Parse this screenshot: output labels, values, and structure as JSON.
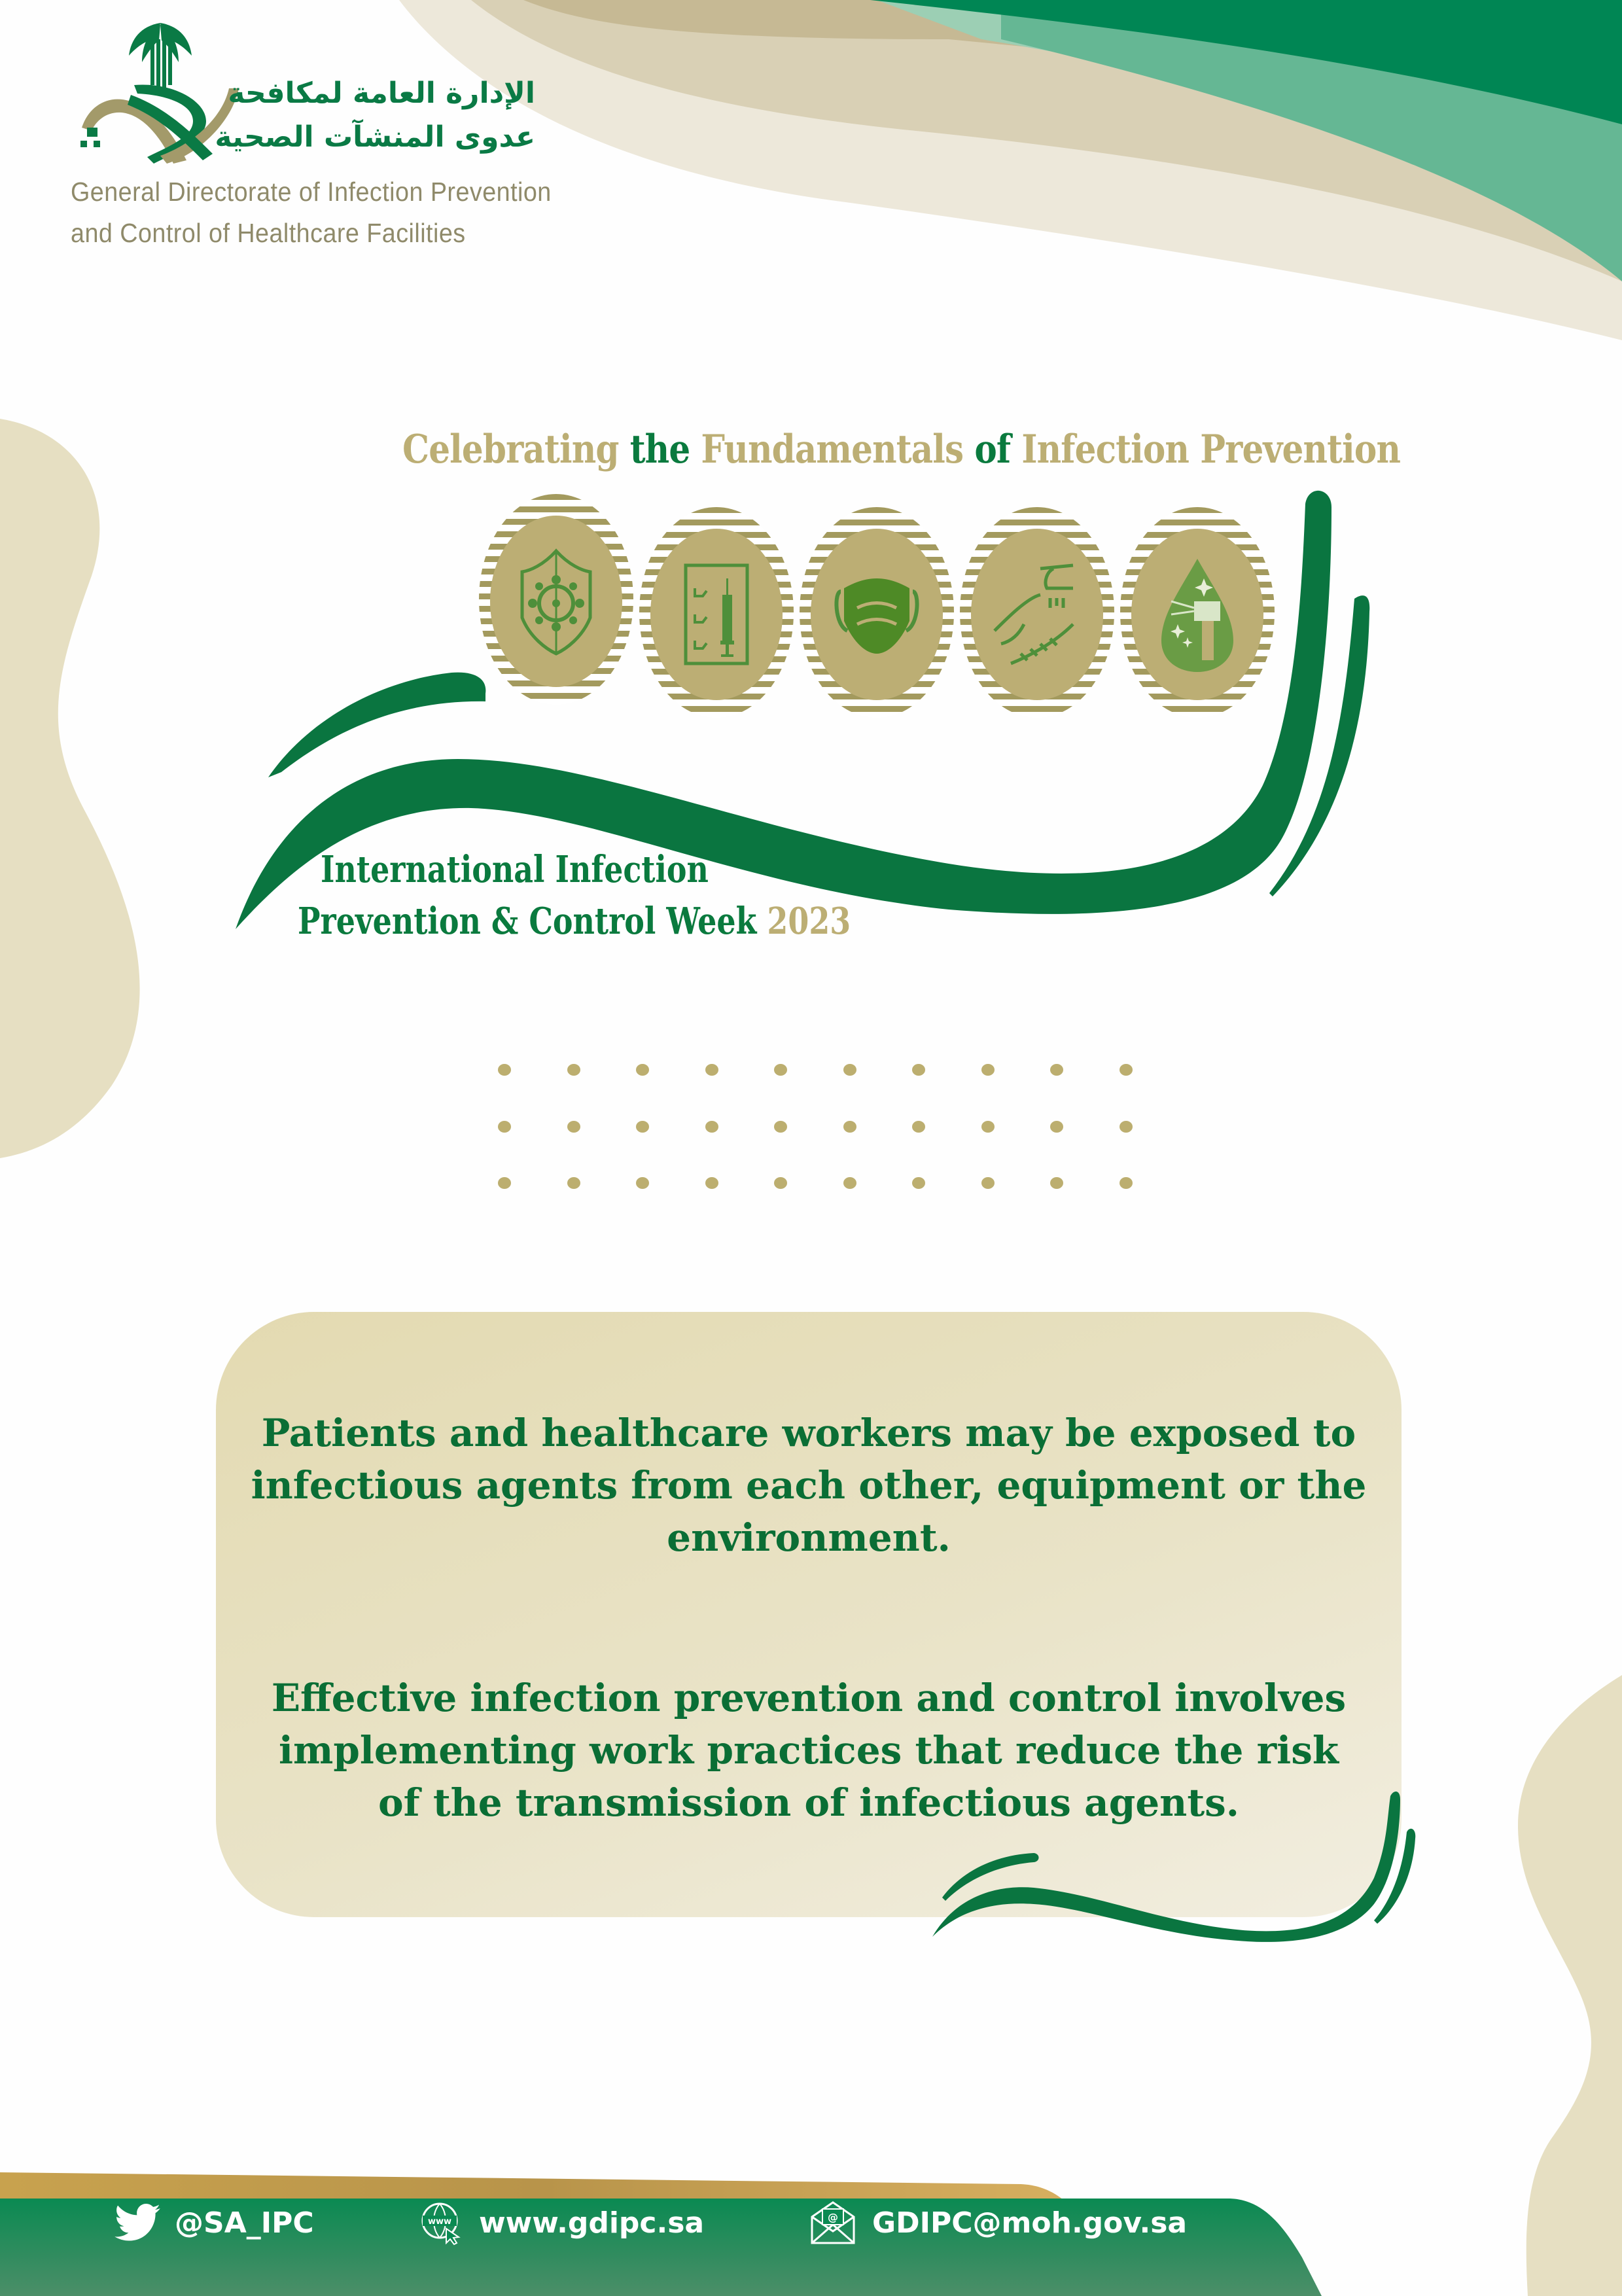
{
  "logo": {
    "arabic_line1": "الإدارة العامة لمكافحة",
    "arabic_line2": "عدوى المنشآت الصحية",
    "english_line1": "General Directorate of Infection Prevention",
    "english_line2": "and Control of Healthcare Facilities"
  },
  "headline": {
    "word1": "Celebrating",
    "word2": "the",
    "word3": "Fundamentals",
    "word4": "of",
    "word5": "Infection Prevention"
  },
  "icons": [
    {
      "name": "virus-shield-icon"
    },
    {
      "name": "vaccine-checklist-icon"
    },
    {
      "name": "face-mask-icon"
    },
    {
      "name": "hand-washing-icon"
    },
    {
      "name": "disinfectant-spray-icon"
    }
  ],
  "event": {
    "line1": "International Infection",
    "line2": "Prevention & Control Week",
    "year": "2023"
  },
  "message": {
    "para1": [
      "Patients and healthcare workers may be exposed to",
      "infectious agents from each other, equipment or the",
      "environment."
    ],
    "para2": [
      "Effective infection prevention and control involves",
      "implementing work practices that reduce the risk",
      "of the transmission of infectious agents."
    ]
  },
  "footer": {
    "twitter": "@SA_IPC",
    "website": "www.gdipc.sa",
    "email": "GDIPC@moh.gov.sa"
  },
  "colors": {
    "green": "#0a7a3e",
    "gold": "#bcae74",
    "beige": "#e6dfc2"
  }
}
